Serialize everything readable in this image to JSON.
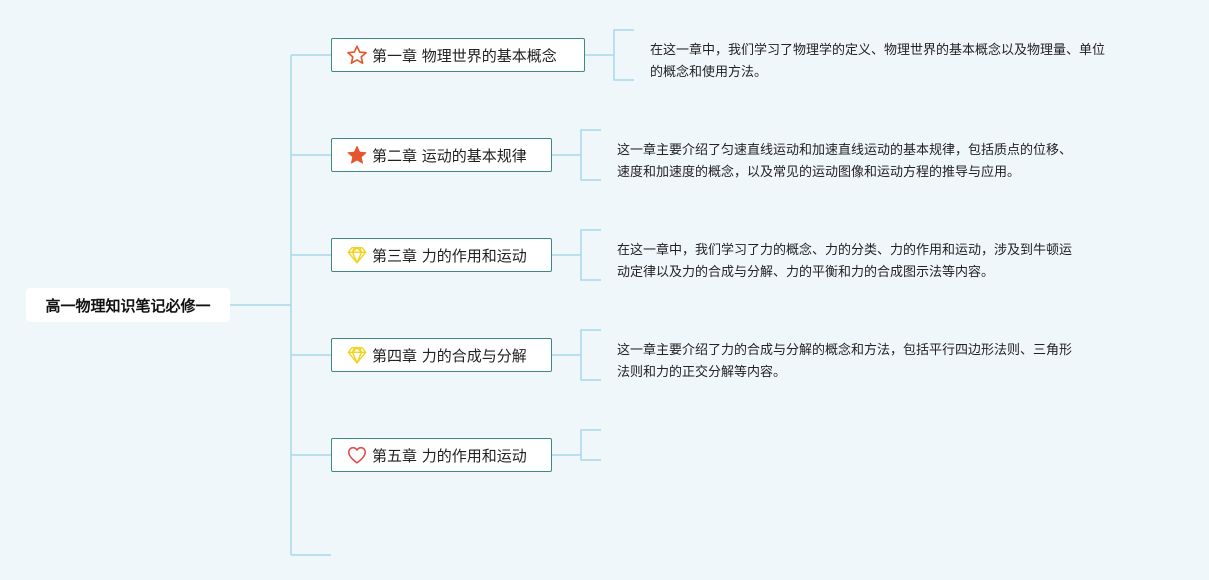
{
  "root": {
    "title": "高一物理知识笔记必修一"
  },
  "chapters": [
    {
      "title": "第一章 物理世界的基本概念",
      "icon": "star-outline-icon",
      "note": [
        "在这一章中，我们学习了物理学的定义、物理世界的基本概念以及物理量、单位",
        "的概念和使用方法。"
      ]
    },
    {
      "title": "第二章 运动的基本规律",
      "icon": "star-filled-icon",
      "note": [
        "这一章主要介绍了匀速直线运动和加速直线运动的基本规律，包括质点的位移、",
        "速度和加速度的概念，以及常见的运动图像和运动方程的推导与应用。"
      ]
    },
    {
      "title": "第三章 力的作用和运动",
      "icon": "diamond-icon",
      "note": [
        "在这一章中，我们学习了力的概念、力的分类、力的作用和运动，涉及到牛顿运",
        "动定律以及力的合成与分解、力的平衡和力的合成图示法等内容。"
      ]
    },
    {
      "title": "第四章 力的合成与分解",
      "icon": "diamond-icon",
      "note": [
        "这一章主要介绍了力的合成与分解的概念和方法，包括平行四边形法则、三角形",
        "法则和力的正交分解等内容。"
      ]
    },
    {
      "title": "第五章 力的作用和运动",
      "icon": "heart-outline-icon",
      "note": []
    }
  ],
  "colors": {
    "line": "#a8d8ec",
    "border": "#3d8a82",
    "star": "#e4572e",
    "diamond": "#f2d21b",
    "heart": "#e04b4b"
  }
}
